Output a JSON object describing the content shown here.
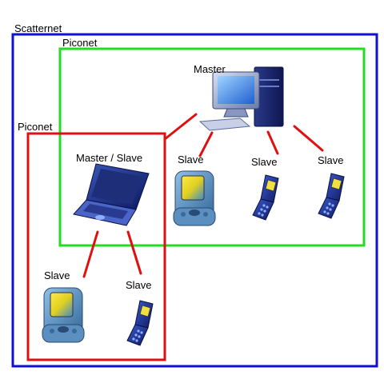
{
  "labels": {
    "scatternet": "Scatternet",
    "piconet_green": "Piconet",
    "piconet_red": "Piconet",
    "master": "Master",
    "master_slave": "Master / Slave",
    "slave_pda_1": "Slave",
    "slave_phone_1": "Slave",
    "slave_phone_2": "Slave",
    "slave_pda_2": "Slave",
    "slave_phone_3": "Slave"
  },
  "colors": {
    "scatternet_border": "#1010d0",
    "piconet_green_border": "#22dd22",
    "piconet_red_border": "#e01010",
    "link": "#e01010"
  },
  "icons": {
    "master": "desktop-computer-icon",
    "master_slave": "laptop-icon",
    "slave_pda": "pda-icon",
    "slave_phone": "flip-phone-icon"
  }
}
